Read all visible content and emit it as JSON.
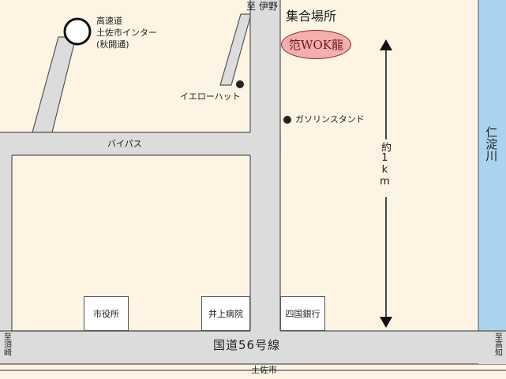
{
  "colors": {
    "background": "#fdf4e4",
    "road": "#dcdcdc",
    "road_edge": "#555555",
    "river": "#a9d4f0",
    "logo_fill": "#f3aeae"
  },
  "labels": {
    "to_ino": "至 伊野",
    "meeting_place": "集合場所",
    "logo_text": "笵WOK龍",
    "highway_interchange_line1": "高速道",
    "highway_interchange_line2": "土佐市インター",
    "highway_interchange_line3": "(秋開通)",
    "yellow_hat": "イエローハット",
    "gas_station": "ガソリンスタンド",
    "bypass": "バイパス",
    "distance": "約1km",
    "river": "仁淀川",
    "city_hall": "市役所",
    "inoue_hospital": "井上病院",
    "shikoku_bank": "四国銀行",
    "route56": "国道56号線",
    "to_susaki": "至須崎",
    "to_kochi": "至高知",
    "tosa_city": "土佐市"
  },
  "icons": {
    "interchange": "circle-icon",
    "landmark_dot": "dot-icon",
    "distance_arrow": "double-arrow-icon"
  }
}
